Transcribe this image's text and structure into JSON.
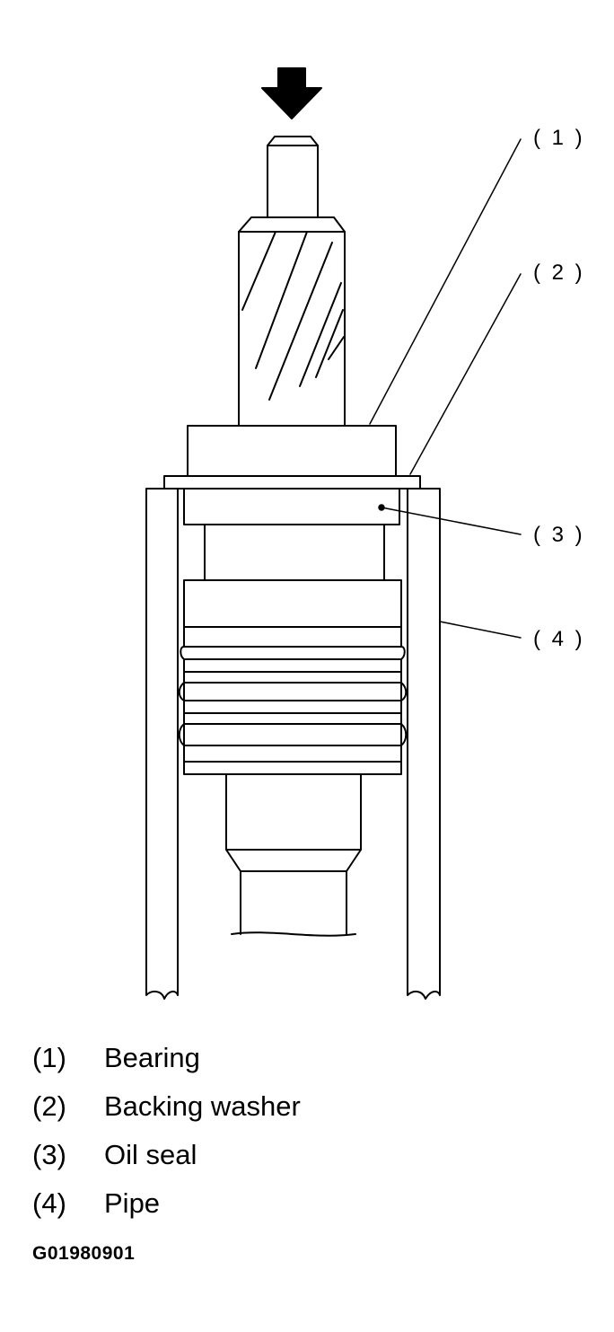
{
  "callouts": [
    {
      "id": "1",
      "label": "( 1 )"
    },
    {
      "id": "2",
      "label": "( 2 )"
    },
    {
      "id": "3",
      "label": "( 3 )"
    },
    {
      "id": "4",
      "label": "( 4 )"
    }
  ],
  "legend": [
    {
      "number": "(1)",
      "text": "Bearing"
    },
    {
      "number": "(2)",
      "text": "Backing washer"
    },
    {
      "number": "(3)",
      "text": "Oil seal"
    },
    {
      "number": "(4)",
      "text": "Pipe"
    }
  ],
  "figure_code": "G01980901",
  "icons": {
    "press_direction": "arrow-down-icon"
  },
  "colors": {
    "line": "#000000",
    "background": "#ffffff"
  }
}
